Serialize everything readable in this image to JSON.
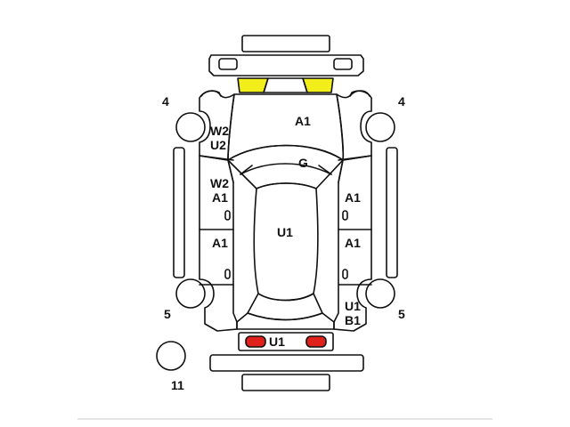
{
  "colors": {
    "outline": "#111111",
    "headlight_fill": "#f2ee1a",
    "taillight_fill": "#e0201b",
    "footer_line": "#e6e6e6"
  },
  "wheel_labels": {
    "front_left": "4",
    "front_right": "4",
    "rear_left": "5",
    "rear_right": "5",
    "spare": "11"
  },
  "condition_codes": {
    "hood": "A1",
    "windshield": "G",
    "roof": "U1",
    "front_left_fender_1": "W2",
    "front_left_fender_2": "U2",
    "front_left_door_1": "W2",
    "front_left_door_2": "A1",
    "rear_left_door": "A1",
    "front_right_door": "A1",
    "rear_right_door": "A1",
    "rear_right_quarter_1": "U1",
    "rear_right_quarter_2": "B1",
    "rear_panel": "U1"
  }
}
